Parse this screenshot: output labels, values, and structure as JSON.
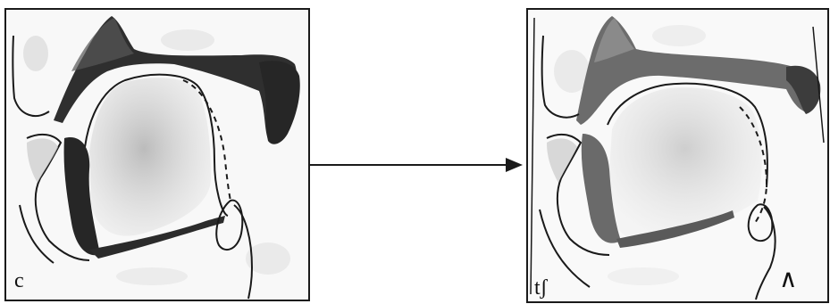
{
  "panels": [
    {
      "id": "left",
      "label": "c"
    },
    {
      "id": "right",
      "label": "tʃ"
    }
  ],
  "extra_symbol": "∧",
  "colors": {
    "ink": "#1a1a1a",
    "dark_shade": "#3a3a3a",
    "mid_shade": "#6e6e6e",
    "light_shade": "#c9c9c9",
    "paper": "#f7f7f7"
  },
  "icons": [
    "arrow-right-icon"
  ]
}
